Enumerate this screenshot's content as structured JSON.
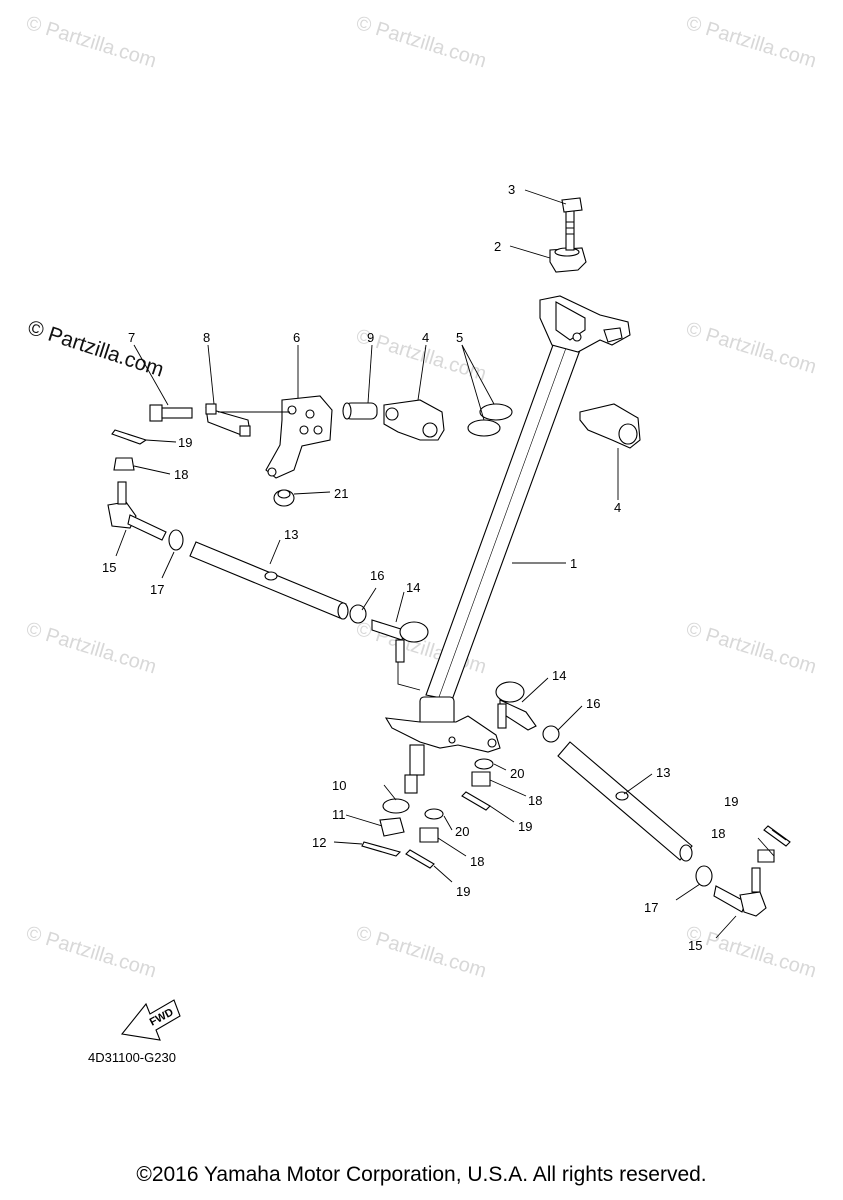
{
  "watermark_text": "© Partzilla.com",
  "watermarks": [
    "© Partzilla.com",
    "© Partzilla.com",
    "© Partzilla.com",
    "© Partzilla.com",
    "© Partzilla.com",
    "© Partzilla.com",
    "© Partzilla.com",
    "© Partzilla.com",
    "© Partzilla.com",
    "© Partzilla.com",
    "© Partzilla.com"
  ],
  "watermark_dark": "© Partzilla.com",
  "fwd_label": "FWD",
  "diagram_code": "4D31100-G230",
  "copyright": "©2016 Yamaha Motor Corporation, U.S.A. All rights reserved.",
  "callouts": [
    "1",
    "2",
    "3",
    "4",
    "4",
    "5",
    "6",
    "7",
    "8",
    "9",
    "10",
    "11",
    "12",
    "13",
    "13",
    "14",
    "14",
    "15",
    "15",
    "16",
    "16",
    "17",
    "17",
    "18",
    "18",
    "18",
    "18",
    "19",
    "19",
    "19",
    "19",
    "20",
    "20",
    "21"
  ],
  "colors": {
    "line": "#000000",
    "watermark": "#d8d8d8",
    "background": "#ffffff"
  }
}
